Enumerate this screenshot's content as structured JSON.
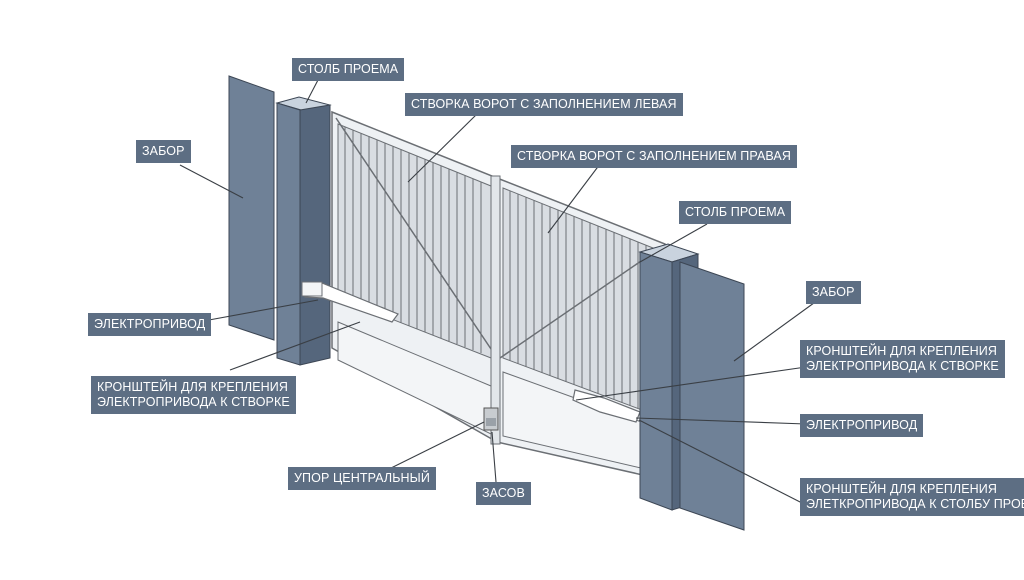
{
  "labels": {
    "post_top": "СТОЛБ ПРОЕМА",
    "fence_left": "ЗАБОР",
    "leaf_left": "СТВОРКА ВОРОТ С ЗАПОЛНЕНИЕМ ЛЕВАЯ",
    "leaf_right": "СТВОРКА ВОРОТ С ЗАПОЛНЕНИЕМ ПРАВАЯ",
    "post_right": "СТОЛБ ПРОЕМА",
    "fence_right": "ЗАБОР",
    "drive_left": "ЭЛЕКТРОПРИВОД",
    "bracket_left_line1": "КРОНШТЕЙН ДЛЯ КРЕПЛЕНИЯ",
    "bracket_left_line2": "ЭЛЕКТРОПРИВОДА К СТВОРКЕ",
    "bracket_right_line1": "КРОНШТЕЙН ДЛЯ КРЕПЛЕНИЯ",
    "bracket_right_line2": "ЭЛЕКТРОПРИВОДА К СТВОРКЕ",
    "drive_right": "ЭЛЕКТРОПРИВОД",
    "stop_center": "УПОР ЦЕНТРАЛЬНЫЙ",
    "bolt": "ЗАСОВ",
    "bracket_post_line1": "КРОНШТЕЙН ДЛЯ КРЕПЛЕНИЯ",
    "bracket_post_line2": "ЭЛЕТКРОПРИВОДА К СТОЛБУ ПРОЕМА"
  },
  "colors": {
    "label_bg": "#5d6e83",
    "label_text": "#ffffff",
    "post": "#6f8197",
    "post_side": "#55667c",
    "post_top": "#c9d3de",
    "frame": "#e9edf1",
    "frame_stroke": "#6b6f74",
    "picket": "#cfd4d9",
    "leader": "#3a3f45"
  }
}
